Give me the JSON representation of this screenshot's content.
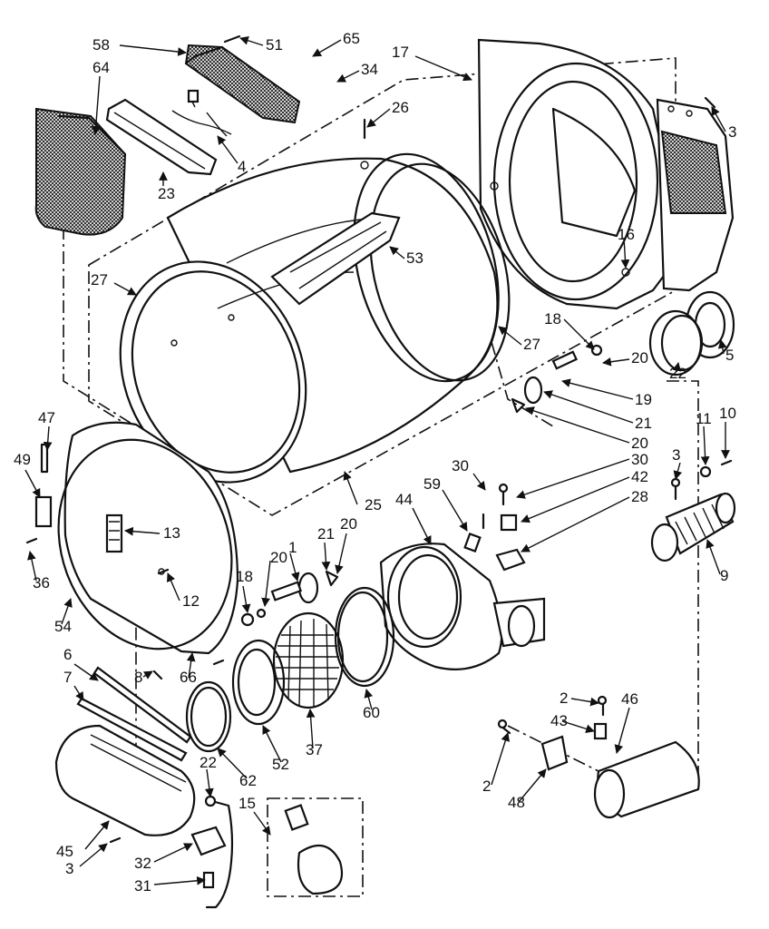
{
  "callouts": [
    {
      "id": "c58",
      "text": "58"
    },
    {
      "id": "c51",
      "text": "51"
    },
    {
      "id": "c65",
      "text": "65"
    },
    {
      "id": "c17",
      "text": "17"
    },
    {
      "id": "c64",
      "text": "64"
    },
    {
      "id": "c34",
      "text": "34"
    },
    {
      "id": "c26",
      "text": "26"
    },
    {
      "id": "c3a",
      "text": "3"
    },
    {
      "id": "c4",
      "text": "4"
    },
    {
      "id": "c23",
      "text": "23"
    },
    {
      "id": "c16",
      "text": "16"
    },
    {
      "id": "c53",
      "text": "53"
    },
    {
      "id": "c27a",
      "text": "27"
    },
    {
      "id": "c27b",
      "text": "27"
    },
    {
      "id": "c18a",
      "text": "18"
    },
    {
      "id": "c5",
      "text": "5"
    },
    {
      "id": "c20a",
      "text": "20"
    },
    {
      "id": "c22a",
      "text": "22"
    },
    {
      "id": "c19",
      "text": "19"
    },
    {
      "id": "c21a",
      "text": "21"
    },
    {
      "id": "c47",
      "text": "47"
    },
    {
      "id": "c11",
      "text": "11"
    },
    {
      "id": "c10",
      "text": "10"
    },
    {
      "id": "c20b",
      "text": "20"
    },
    {
      "id": "c49",
      "text": "49"
    },
    {
      "id": "c3b",
      "text": "3"
    },
    {
      "id": "c30a",
      "text": "30"
    },
    {
      "id": "c30b",
      "text": "30"
    },
    {
      "id": "c25",
      "text": "25"
    },
    {
      "id": "c59",
      "text": "59"
    },
    {
      "id": "c42",
      "text": "42"
    },
    {
      "id": "c44",
      "text": "44"
    },
    {
      "id": "c28",
      "text": "28"
    },
    {
      "id": "c13",
      "text": "13"
    },
    {
      "id": "c21b",
      "text": "21"
    },
    {
      "id": "c20c",
      "text": "20"
    },
    {
      "id": "c1",
      "text": "1"
    },
    {
      "id": "c20d",
      "text": "20"
    },
    {
      "id": "c36",
      "text": "36"
    },
    {
      "id": "c9",
      "text": "9"
    },
    {
      "id": "c18b",
      "text": "18"
    },
    {
      "id": "c12",
      "text": "12"
    },
    {
      "id": "c54",
      "text": "54"
    },
    {
      "id": "c6",
      "text": "6"
    },
    {
      "id": "c7",
      "text": "7"
    },
    {
      "id": "c8",
      "text": "8"
    },
    {
      "id": "c66",
      "text": "66"
    },
    {
      "id": "c60",
      "text": "60"
    },
    {
      "id": "c2a",
      "text": "2"
    },
    {
      "id": "c46",
      "text": "46"
    },
    {
      "id": "c43",
      "text": "43"
    },
    {
      "id": "c37",
      "text": "37"
    },
    {
      "id": "c52",
      "text": "52"
    },
    {
      "id": "c62",
      "text": "62"
    },
    {
      "id": "c22b",
      "text": "22"
    },
    {
      "id": "c2b",
      "text": "2"
    },
    {
      "id": "c48",
      "text": "48"
    },
    {
      "id": "c15",
      "text": "15"
    },
    {
      "id": "c45",
      "text": "45"
    },
    {
      "id": "c3c",
      "text": "3"
    },
    {
      "id": "c32",
      "text": "32"
    },
    {
      "id": "c31",
      "text": "31"
    }
  ]
}
